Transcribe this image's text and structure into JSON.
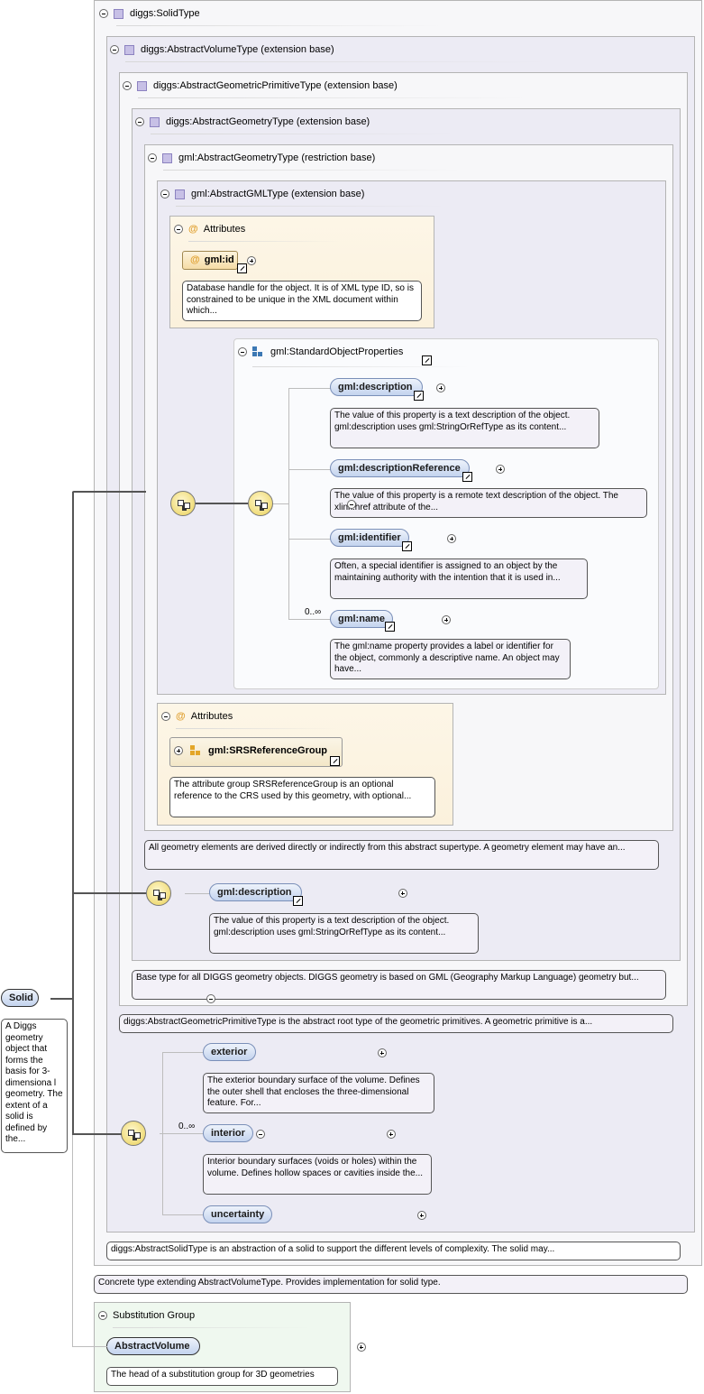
{
  "root_types": {
    "solid_type": "diggs:SolidType",
    "abstract_volume_type": "diggs:AbstractVolumeType (extension base)",
    "abstract_geometric_primitive_type": "diggs:AbstractGeometricPrimitiveType (extension base)",
    "abstract_geometry_type_diggs": "diggs:AbstractGeometryType (extension base)",
    "abstract_geometry_type_gml": "gml:AbstractGeometryType (restriction base)",
    "abstract_gml_type": "gml:AbstractGMLType (extension base)"
  },
  "attributes_top": {
    "title": "Attributes",
    "id_label": "gml:id",
    "id_doc": "Database handle for the object. It is of XML type ID, so is constrained to be unique in the XML document within which..."
  },
  "standard_props": {
    "title": "gml:StandardObjectProperties",
    "items": [
      {
        "label": "gml:description",
        "doc": "The value of this property is a text description of the object. gml:description uses gml:StringOrRefType as its content..."
      },
      {
        "label": "gml:descriptionReference",
        "doc": "The value of this property is a remote text description of the object. The xlink:href attribute of the..."
      },
      {
        "label": "gml:identifier",
        "doc": "Often, a special identifier is assigned to an object by the maintaining authority with the intention that it is used in..."
      },
      {
        "label": "gml:name",
        "doc": "The gml:name property provides a label or identifier for the object, commonly a descriptive name. An object may have..."
      }
    ],
    "name_occurs": "0..∞"
  },
  "attributes_srs": {
    "title": "Attributes",
    "group_label": "gml:SRSReferenceGroup",
    "group_doc": "The attribute group SRSReferenceGroup is an optional reference to the CRS used by this geometry, with optional..."
  },
  "gml_abstract_geometry_doc": "All geometry elements are derived directly or indirectly from this abstract supertype. A geometry element may have an...",
  "diggs_description": {
    "label": "gml:description",
    "doc": "The value of this property is a text description of the object. gml:description uses gml:StringOrRefType as its content..."
  },
  "diggs_abstract_geometry_doc": "Base type for all DIGGS geometry objects. DIGGS geometry is based on GML (Geography Markup Language) geometry but...",
  "primitive_doc": "diggs:AbstractGeometricPrimitiveType is the abstract root type of the geometric primitives. A geometric primitive is a...",
  "solid_elements": {
    "exterior": {
      "label": "exterior",
      "doc": "The exterior boundary surface of the volume. Defines the outer shell that encloses the three-dimensional feature. For..."
    },
    "interior": {
      "label": "interior",
      "doc": "Interior boundary surfaces (voids or holes) within the volume. Defines hollow spaces or cavities inside the...",
      "occurs": "0..∞"
    },
    "uncertainty": {
      "label": "uncertainty"
    }
  },
  "abstract_solid_doc": "diggs:AbstractSolidType is an abstraction of a solid to support the different levels of complexity. The solid may...",
  "solid_type_doc": "Concrete type extending AbstractVolumeType. Provides implementation for solid type.",
  "solid": {
    "label": "Solid",
    "doc": "A Diggs geometry object that forms the basis for 3-dimensiona l geometry. The extent of a solid is defined by the..."
  },
  "substitution": {
    "title": "Substitution Group",
    "label": "AbstractVolume",
    "doc": "The head of a substitution group for 3D geometries"
  }
}
